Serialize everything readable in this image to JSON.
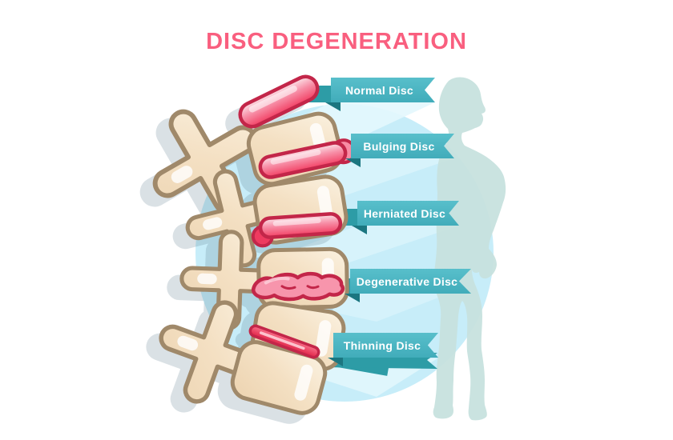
{
  "title": {
    "text": "DISC DEGENERATION"
  },
  "banners": [
    {
      "label": "Normal Disc"
    },
    {
      "label": "Bulging Disc"
    },
    {
      "label": "Herniated Disc"
    },
    {
      "label": "Degenerative Disc"
    },
    {
      "label": "Thinning Disc"
    }
  ],
  "colors": {
    "page-bg": "#FFFFFF",
    "title-color": "#F95F7F",
    "banner-top": "#58BFCB",
    "banner-bottom": "#41ACBA",
    "banner-tail": "#2D9CA6",
    "banner-fold": "#1B7680",
    "banner-text": "#FFFFFF",
    "circle-fill": "#C7EDF9",
    "wedge-fill": "#E3F7FD",
    "silhouette-fill": "#C7E1DE",
    "bone-outline": "#A0896A",
    "disc-outline": "#C32649"
  }
}
